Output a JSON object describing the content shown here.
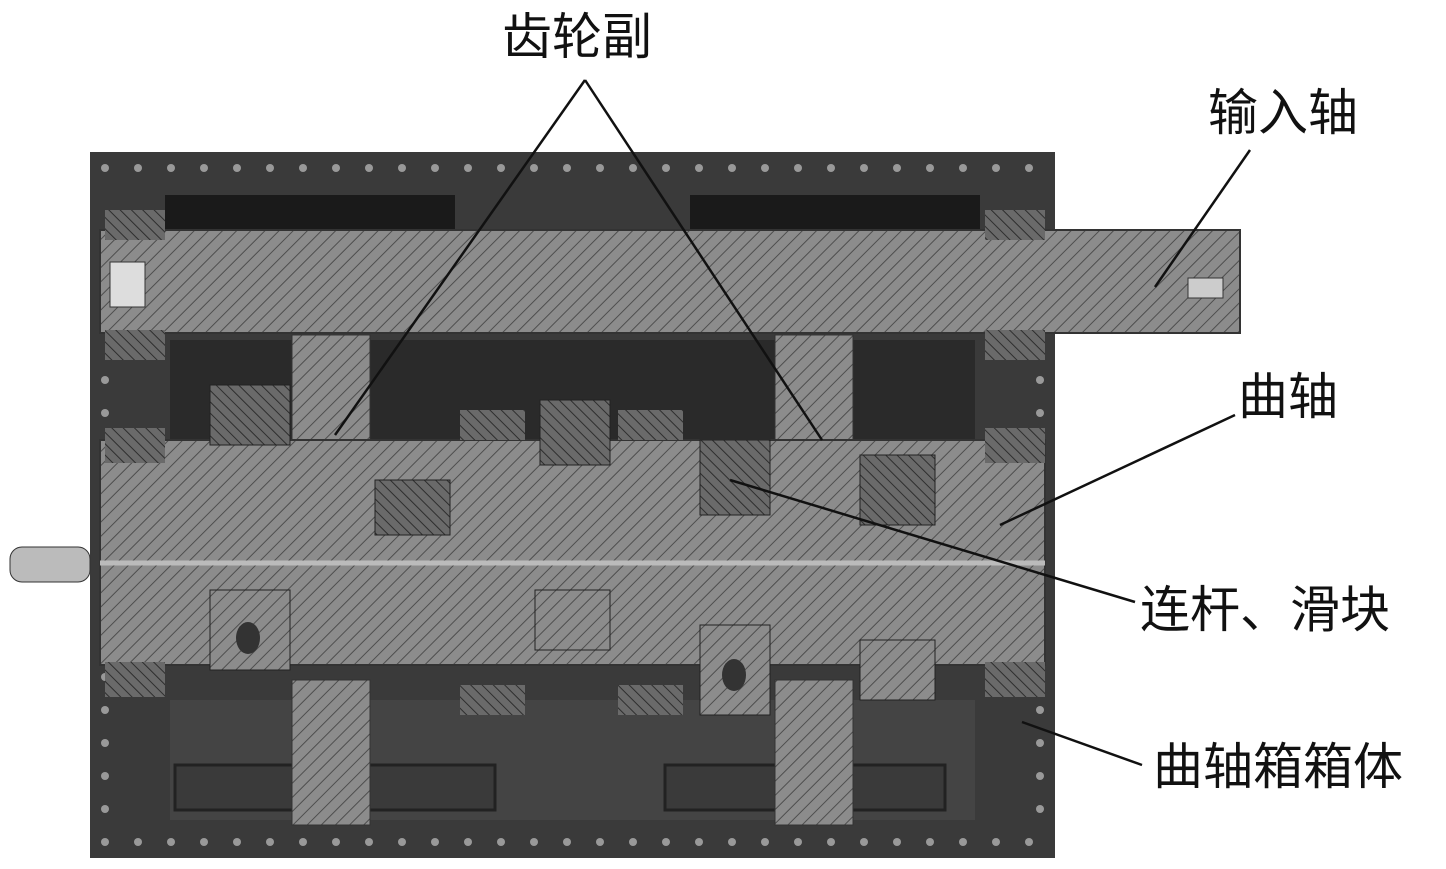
{
  "labels": {
    "gear_pair": "齿轮副",
    "input_shaft": "输入轴",
    "crankshaft": "曲轴",
    "connecting_rod_slider": "连杆、滑块",
    "crankcase_body": "曲轴箱箱体"
  },
  "colors": {
    "housing": "#3a3a3a",
    "housing_dark": "#1e1e1e",
    "hatch_fill": "#8a8a8a",
    "hatch_line": "#4a4a4a",
    "leader": "#111111"
  }
}
